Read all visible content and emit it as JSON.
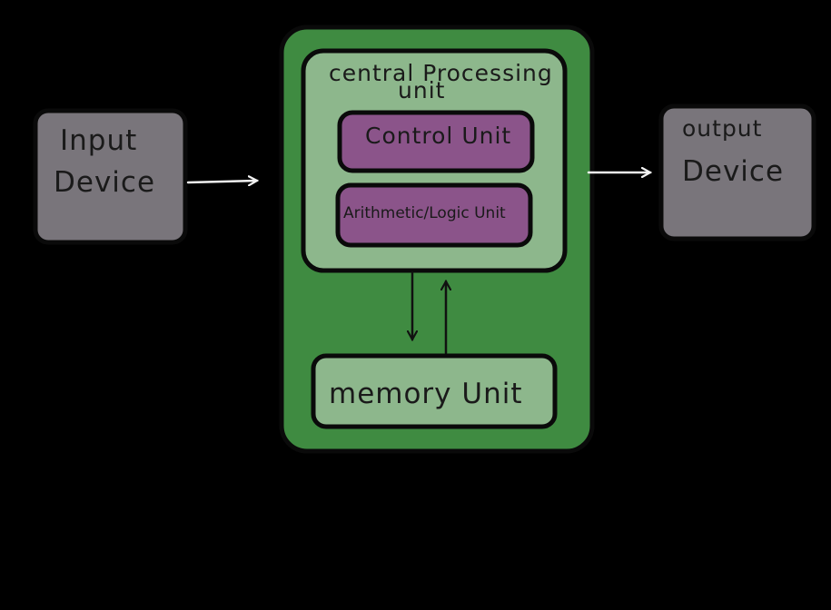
{
  "colors": {
    "background": "#000000",
    "device": "#79757b",
    "cpu_outer": "#3f8b41",
    "cpu_inner": "#8db78c",
    "unit_purple": "#8b548a",
    "memory": "#8db78c",
    "arrow_white": "#f2f2f2",
    "arrow_dark": "#111111"
  },
  "input_device": {
    "line1": "Input",
    "line2": "Device"
  },
  "output_device": {
    "line1": "output",
    "line2": "Device"
  },
  "cpu": {
    "title_line1": "central Processing",
    "title_line2": "unit",
    "control_unit": "Control Unit",
    "alu": "Arithmetic/Logic Unit"
  },
  "memory_unit": {
    "label": "memory Unit"
  }
}
